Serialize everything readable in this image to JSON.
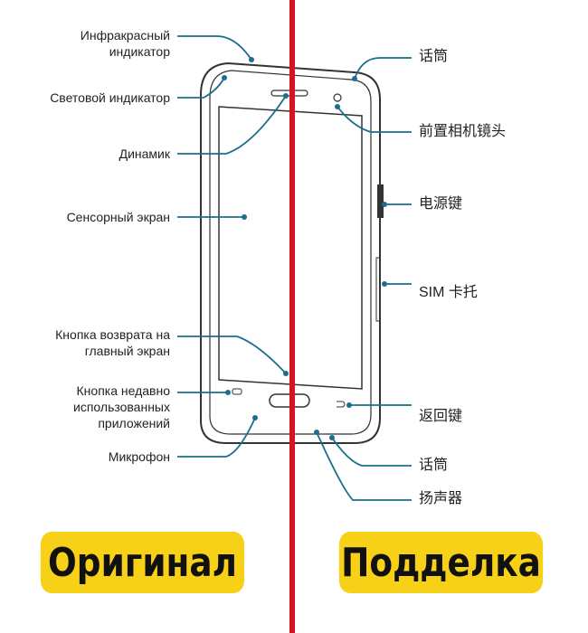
{
  "left_labels": {
    "ir": "Инфракрасный индикатор",
    "led": "Световой индикатор",
    "speaker": "Динамик",
    "touchscreen": "Сенсорный экран",
    "home": "Кнопка возврата на главный экран",
    "recent": "Кнопка недавно использованных приложений",
    "mic": "Микрофон"
  },
  "right_labels": {
    "mic_top": "话筒",
    "front_camera": "前置相机镜头",
    "power": "电源键",
    "sim": "SIM 卡托",
    "back": "返回键",
    "mic_bottom": "话筒",
    "speaker": "扬声器"
  },
  "badges": {
    "original": "Оригинал",
    "fake": "Подделка"
  },
  "colors": {
    "divider": "#d6141f",
    "badge": "#f7d117",
    "leader": "#1a6e8e"
  }
}
